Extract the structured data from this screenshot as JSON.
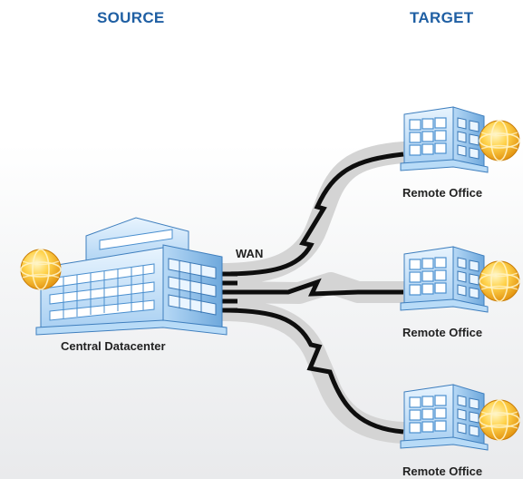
{
  "headers": {
    "source": "SOURCE",
    "target": "TARGET"
  },
  "network": {
    "wan_label": "WAN"
  },
  "source_site": {
    "label": "Central Datacenter",
    "icon": "building-globe-icon"
  },
  "target_sites": [
    {
      "label": "Remote Office",
      "icon": "building-globe-icon"
    },
    {
      "label": "Remote Office",
      "icon": "building-globe-icon"
    },
    {
      "label": "Remote Office",
      "icon": "building-globe-icon"
    }
  ],
  "colors": {
    "header": "#1f5fa3",
    "building_light": "#d4e9fb",
    "building_mid": "#9ecaf0",
    "building_dark": "#4a8fcf",
    "globe": "#f5b41e",
    "cable": "#111111",
    "cable_halo": "#d2d2d2"
  }
}
